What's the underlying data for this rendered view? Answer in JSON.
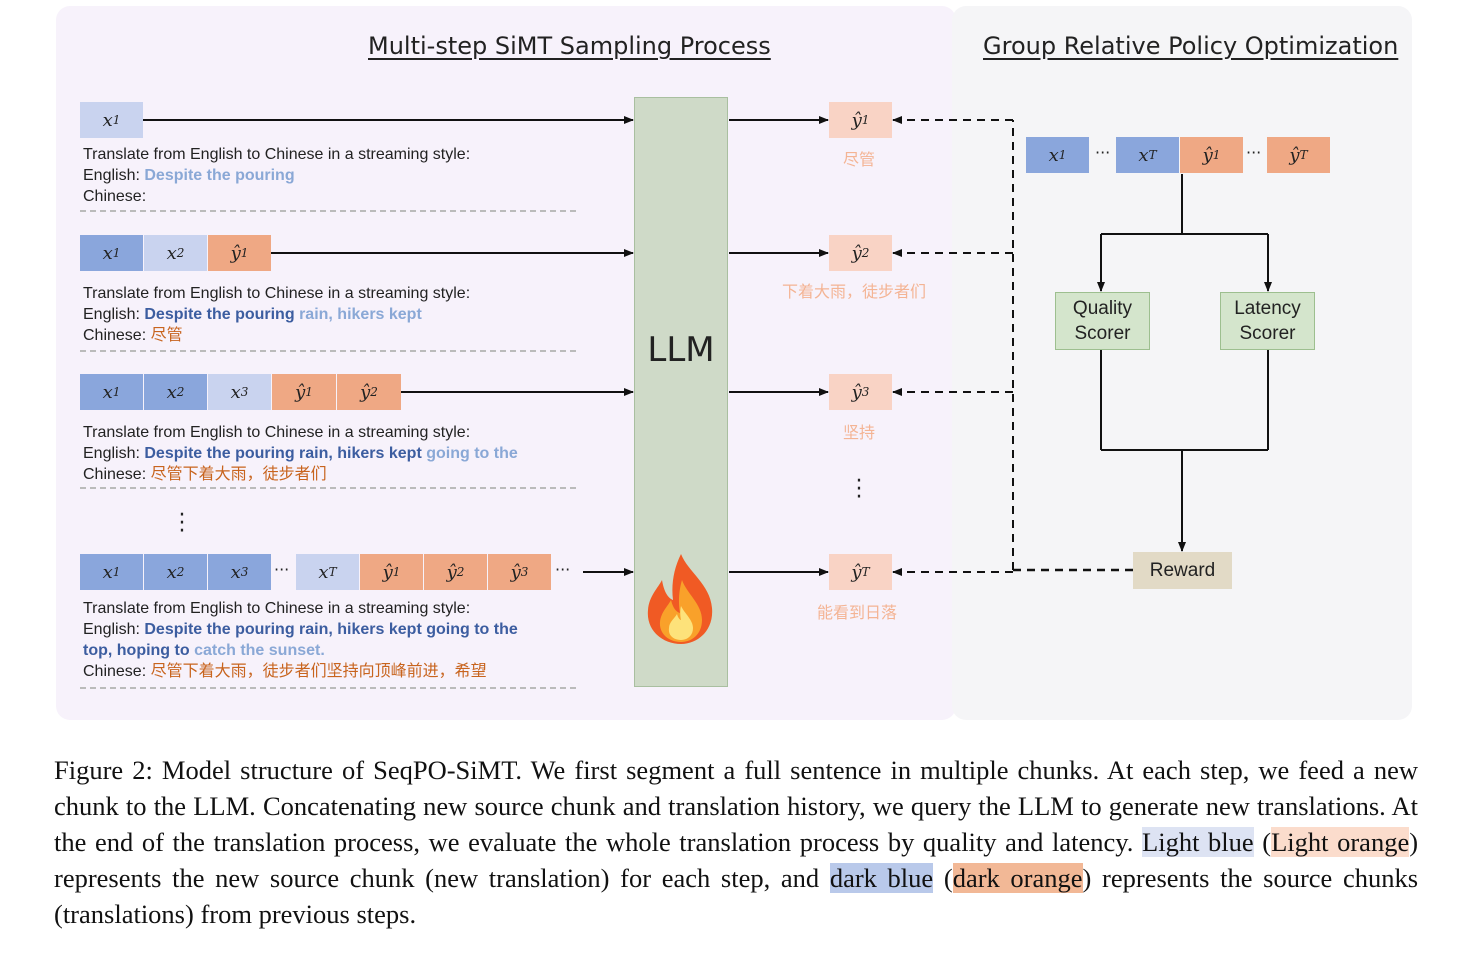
{
  "titles": {
    "left": "Multi-step SiMT Sampling Process",
    "right": "Group Relative Policy Optimization"
  },
  "llm_label": "LLM",
  "prompt_header": "Translate from English to Chinese in a streaming style:",
  "english_label": "English:",
  "chinese_label": "Chinese:",
  "steps": [
    {
      "tokens": [
        {
          "v": "x",
          "s": "1",
          "c": "lb"
        }
      ],
      "english_dark": "",
      "english_light": "Despite the pouring",
      "chinese": ""
    },
    {
      "tokens": [
        {
          "v": "x",
          "s": "1",
          "c": "db"
        },
        {
          "v": "x",
          "s": "2",
          "c": "lb"
        },
        {
          "v": "ŷ",
          "s": "1",
          "c": "do"
        }
      ],
      "english_dark": "Despite the pouring",
      "english_light": "rain, hikers kept",
      "chinese": "尽管"
    },
    {
      "tokens": [
        {
          "v": "x",
          "s": "1",
          "c": "db"
        },
        {
          "v": "x",
          "s": "2",
          "c": "db"
        },
        {
          "v": "x",
          "s": "3",
          "c": "lb"
        },
        {
          "v": "ŷ",
          "s": "1",
          "c": "do"
        },
        {
          "v": "ŷ",
          "s": "2",
          "c": "do"
        }
      ],
      "english_dark": "Despite the pouring rain, hikers kept",
      "english_light": "going to the",
      "chinese": "尽管下着大雨，徒步者们"
    },
    {
      "english_dark_1": "Despite the pouring rain, hikers kept going to the",
      "english_dark_2": "top, hoping to",
      "english_light": "catch the sunset.",
      "chinese": "尽管下着大雨，徒步者们坚持向顶峰前进，希望"
    }
  ],
  "outputs": [
    {
      "v": "ŷ",
      "s": "1",
      "text": "尽管"
    },
    {
      "v": "ŷ",
      "s": "2",
      "text": "下着大雨，徒步者们"
    },
    {
      "v": "ŷ",
      "s": "3",
      "text": "坚持"
    },
    {
      "v": "ŷ",
      "s": "T",
      "text": "能看到日落"
    }
  ],
  "grpo_sequence": [
    {
      "v": "x",
      "s": "1"
    },
    {
      "v": "x",
      "s": "T"
    },
    {
      "v": "ŷ",
      "s": "1"
    },
    {
      "v": "ŷ",
      "s": "T"
    }
  ],
  "quality_scorer": [
    "Quality",
    "Scorer"
  ],
  "latency_scorer": [
    "Latency",
    "Scorer"
  ],
  "reward": "Reward",
  "fire_icon": "fire-icon",
  "colors": {
    "light_blue": "#c9d3ef",
    "dark_blue": "#8aa6dc",
    "light_orange": "#f9d3c5",
    "dark_orange": "#efa884",
    "llm_green": "#cfdac8",
    "scorer_green": "#d4e5cc",
    "reward_tan": "#e2dac6"
  },
  "caption": {
    "part1": "Figure 2: Model structure of SeqPO-SiMT. We first segment a full sentence in multiple chunks. At each step, we feed a new chunk to the LLM. Concatenating new source chunk and translation history, we query the LLM to generate new translations. At the end of the translation process, we evaluate the whole translation process by quality and latency.",
    "light_blue": "Light blue",
    "open_paren": "(",
    "light_orange": "Light orange",
    "part2": ") represents the new source chunk (new translation) for each step, and",
    "dark_blue": "dark blue",
    "dark_orange": "dark orange",
    "part3": ") represents the source chunks (translations) from previous steps."
  }
}
